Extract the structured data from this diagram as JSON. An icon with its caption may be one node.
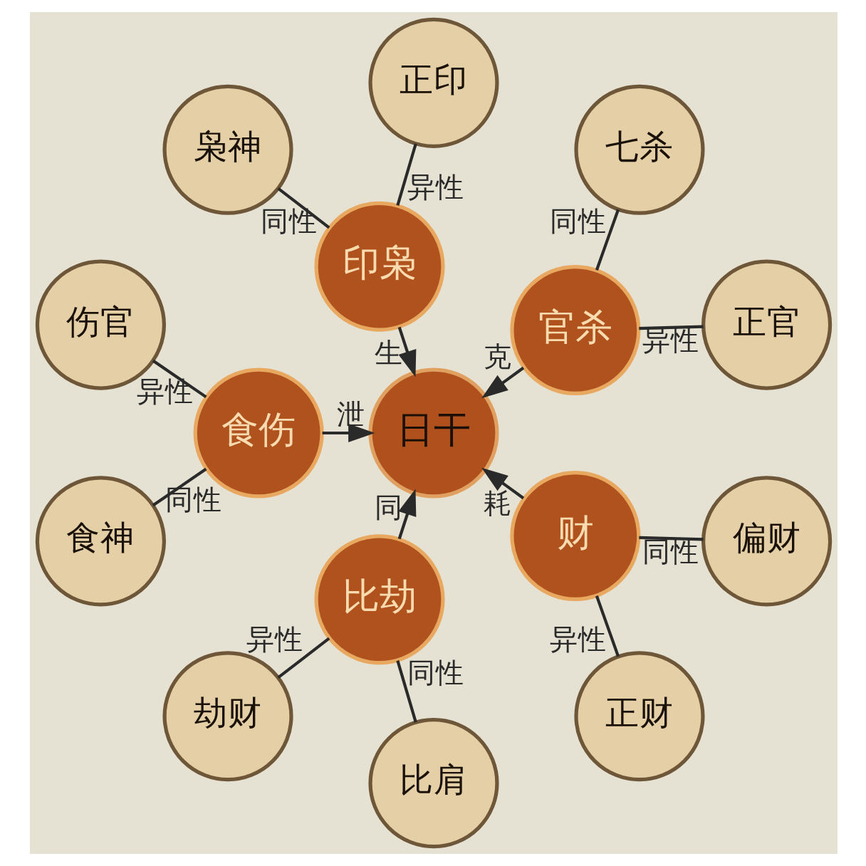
{
  "diagram": {
    "nodes": [
      {
        "text": [
          "枭神"
        ]
      },
      {
        "text": [
          "正印"
        ]
      },
      {
        "text": [
          "印枭"
        ]
      },
      {
        "text": [
          "七杀"
        ]
      },
      {
        "text": [
          "伤官"
        ]
      },
      {
        "text": [
          "食伤"
        ]
      },
      {
        "text": [
          "官杀"
        ]
      },
      {
        "text": [
          "日干"
        ]
      },
      {
        "text": [
          "食神"
        ]
      },
      {
        "text": [
          "正官"
        ]
      },
      {
        "text": [
          "比劫"
        ]
      },
      {
        "text": [
          "财"
        ]
      },
      {
        "text": [
          "偏财"
        ]
      },
      {
        "text": [
          "劫财"
        ]
      },
      {
        "text": [
          "比肩"
        ]
      },
      {
        "text": [
          "正财"
        ]
      }
    ],
    "edges": [
      {
        "from": 2,
        "to": 0,
        "arrow": "none",
        "label": "同性"
      },
      {
        "from": 2,
        "to": 1,
        "arrow": "none",
        "label": "异性"
      },
      {
        "from": 2,
        "to": 7,
        "arrow": "to",
        "label": "生"
      },
      {
        "from": 6,
        "to": 3,
        "arrow": "none",
        "label": "同性"
      },
      {
        "from": 6,
        "to": 9,
        "arrow": "none",
        "label": "异性"
      },
      {
        "from": 6,
        "to": 7,
        "arrow": "to",
        "label": "克"
      },
      {
        "from": 11,
        "to": 12,
        "arrow": "none",
        "label": "同性"
      },
      {
        "from": 11,
        "to": 15,
        "arrow": "none",
        "label": "异性"
      },
      {
        "from": 11,
        "to": 7,
        "arrow": "to",
        "label": "耗"
      },
      {
        "from": 10,
        "to": 14,
        "arrow": "none",
        "label": "同性"
      },
      {
        "from": 10,
        "to": 13,
        "arrow": "none",
        "label": "异性"
      },
      {
        "from": 10,
        "to": 7,
        "arrow": "to",
        "label": "同"
      },
      {
        "from": 5,
        "to": 8,
        "arrow": "none",
        "label": "同性"
      },
      {
        "from": 5,
        "to": 4,
        "arrow": "none",
        "label": "异性"
      },
      {
        "from": 5,
        "to": 7,
        "arrow": "to",
        "label": "泄"
      }
    ]
  }
}
